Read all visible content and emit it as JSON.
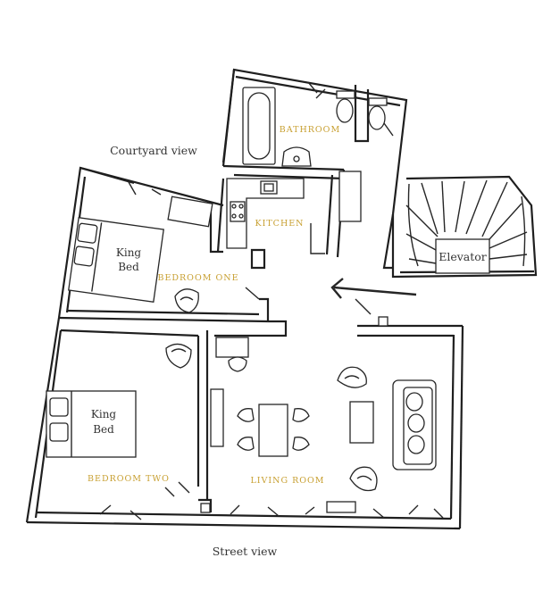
{
  "labels": {
    "courtyard_view": "Courtyard view",
    "street_view": "Street view",
    "bathroom": "BATHROOM",
    "kitchen": "KITCHEN",
    "bedroom_one": "BEDROOM ONE",
    "bedroom_two": "BEDROOM TWO",
    "living_room": "LIVING ROOM",
    "elevator": "Elevator",
    "bed_one": [
      "King",
      "Bed"
    ],
    "bed_two": [
      "King",
      "Bed"
    ]
  },
  "colors": {
    "room_label": "#c8a032",
    "wall": "#1f1f1f",
    "text": "#333333"
  },
  "icons": [
    "entrance-arrow-icon",
    "armchair-icon",
    "toilet-icon",
    "bathtub-icon",
    "sink-icon",
    "stove-icon",
    "sofa-icon",
    "staircase-icon"
  ]
}
